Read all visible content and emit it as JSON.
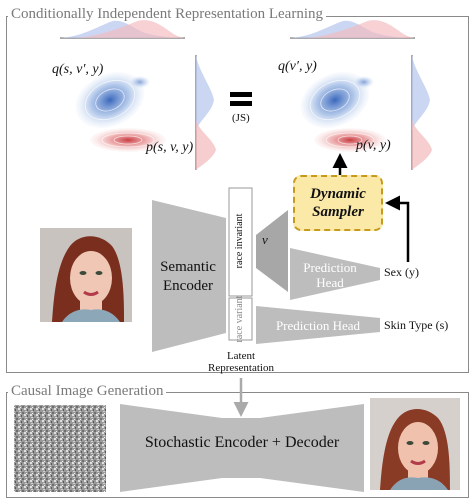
{
  "panels": {
    "top_title": "Conditionally Independent Representation Learning",
    "bottom_title": "Causal Image Generation"
  },
  "distributions": {
    "left_top_label": "q(s, v′, y)",
    "left_bottom_label": "p(s, v, y)",
    "right_top_label": "q(v′, y)",
    "right_bottom_label": "p(v, y)",
    "equals_note": "(JS)"
  },
  "sampler": {
    "line1": "Dynamic",
    "line2": "Sampler"
  },
  "encoder": {
    "label_line1": "Semantic",
    "label_line2": "Encoder",
    "race_invariant": "race invariant",
    "race_variant": "race variant",
    "v_label": "v",
    "latent_line1": "Latent",
    "latent_line2": "Representation"
  },
  "heads": {
    "prediction_head_1_line1": "Prediction",
    "prediction_head_1_line2": "Head",
    "prediction_head_2": "Prediction Head",
    "sex_label": "Sex (y)",
    "skin_label": "Skin Type (s)"
  },
  "generation": {
    "model_label": "Stochastic Encoder + Decoder"
  },
  "colors": {
    "blue": "#4a78c8",
    "red": "#d0494c",
    "gray_shape": "#b9b9b9",
    "sampler_fill": "#fbe9a8",
    "sampler_border": "#c79a1e"
  }
}
